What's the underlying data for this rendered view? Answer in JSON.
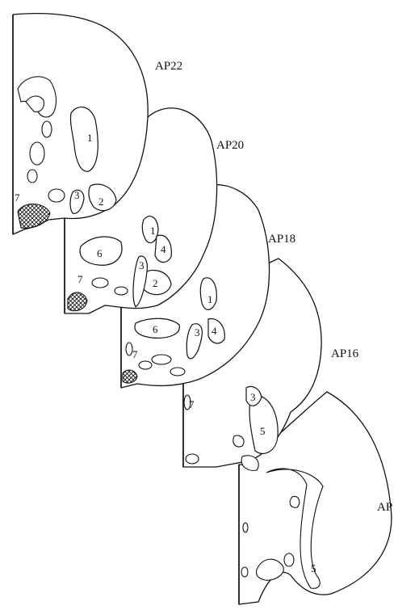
{
  "sections": [
    {
      "id": "ap22",
      "label": "AP22",
      "regions": [
        "1",
        "2",
        "3",
        "7"
      ]
    },
    {
      "id": "ap20",
      "label": "AP20",
      "regions": [
        "1",
        "4",
        "3",
        "2",
        "6",
        "7"
      ]
    },
    {
      "id": "ap18",
      "label": "AP18",
      "regions": [
        "1",
        "3",
        "4",
        "6",
        "7"
      ]
    },
    {
      "id": "ap16",
      "label": "AP16",
      "regions": [
        "3",
        "5",
        "7"
      ]
    },
    {
      "id": "ap14",
      "label": "AP",
      "regions": [
        "5"
      ]
    }
  ],
  "colors": {
    "ink": "#111111",
    "background": "#ffffff"
  }
}
